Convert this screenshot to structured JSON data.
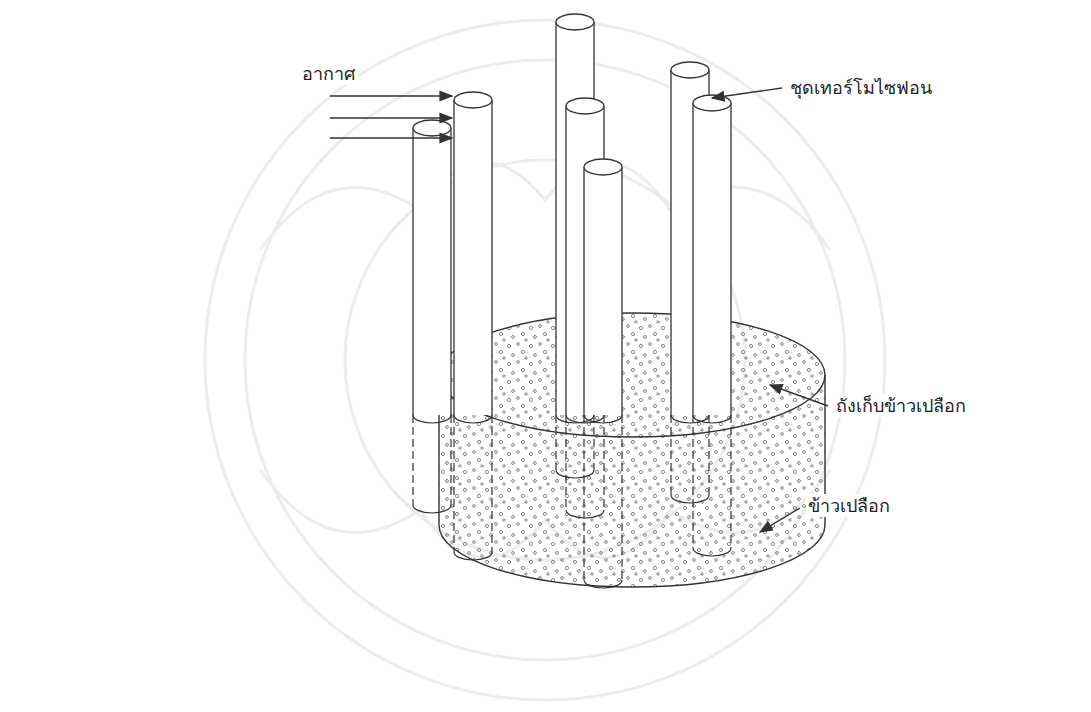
{
  "diagram": {
    "labels": [
      "อากาศ",
      "ชุดเทอร์โมไซฟอน",
      "ถังเก็บข้าวเปลือก",
      "ข้าวเปลือก"
    ]
  }
}
